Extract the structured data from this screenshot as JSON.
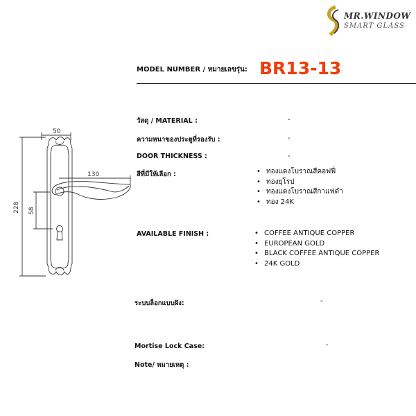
{
  "logo": {
    "line1": "MR.WINDOW",
    "line2": "SMART GLASS"
  },
  "model": {
    "label": "MODEL NUMBER / หมายเลขรุ่น:",
    "number": "BR13-13",
    "color": "#f03c0a"
  },
  "drawing": {
    "dim_width": "50",
    "dim_handle": "130",
    "dim_height": "228",
    "dim_center": "58"
  },
  "specs": {
    "material_label": "วัสดุ / MATERIAL :",
    "material_value": "-",
    "door_thickness_th_label": "ความหนาของประตูที่รองรับ :",
    "door_thickness_th_value": "-",
    "door_thickness_label": "DOOR THICKNESS :",
    "door_thickness_value": "-",
    "colors_label": "สีที่มีให้เลือก :",
    "colors": [
      "ทองแดงโบราณสีคอฟฟี่",
      "ทองยุโรป",
      "ทองแดงโบราณสีกาแฟดำ",
      "ทอง 24K"
    ],
    "finish_label": "AVAILABLE FINISH :",
    "finishes": [
      "COFFEE ANTIQUE COPPER",
      "EUROPEAN GOLD",
      "BLACK COFFEE ANTIQUE COPPER",
      "24K GOLD"
    ],
    "lock_system_label": "ระบบล็อกแบบฝัง:",
    "lock_system_value": "-",
    "mortise_label": "Mortise Lock Case:",
    "mortise_value": "-",
    "note_label": "Note/ หมายเหตุ :"
  }
}
